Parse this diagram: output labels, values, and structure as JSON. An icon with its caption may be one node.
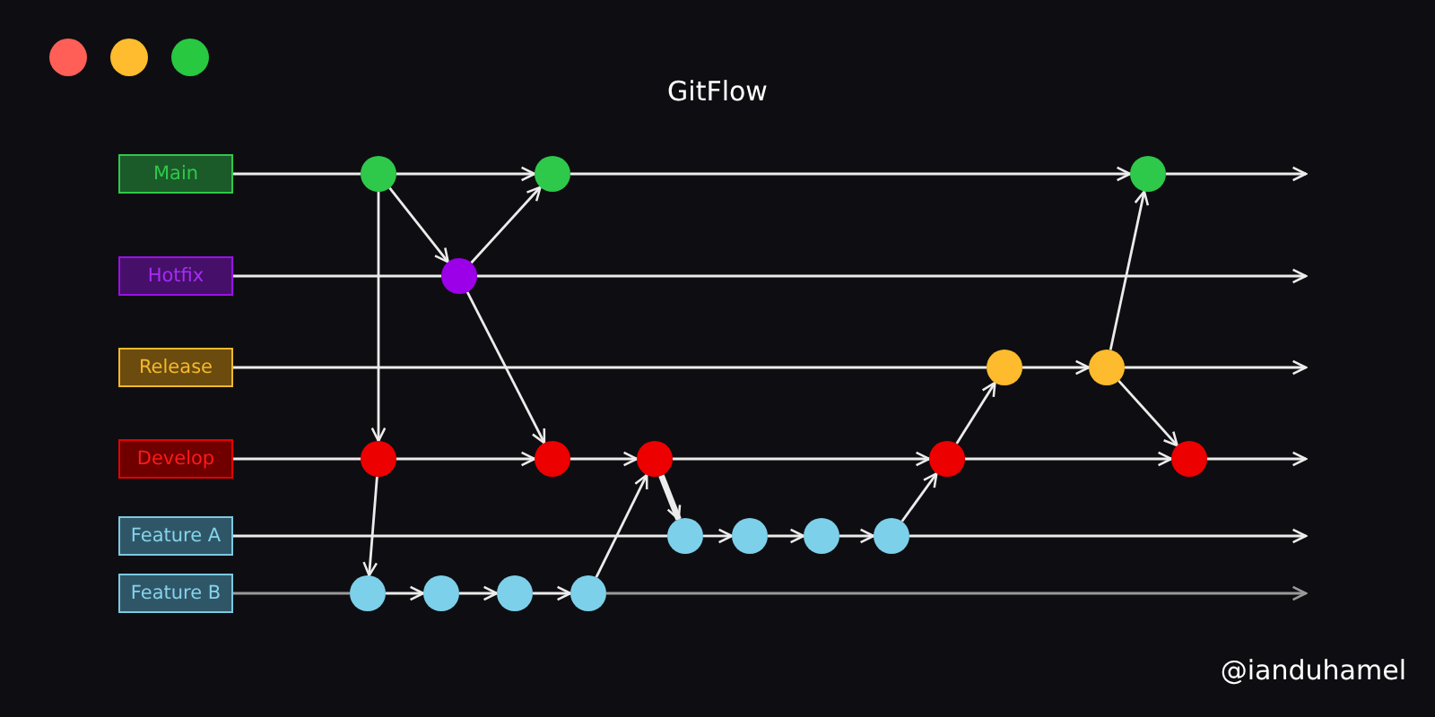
{
  "diagram": {
    "title": "GitFlow",
    "nodes": [
      {
        "text": [
          "Main"
        ]
      },
      {
        "text": [
          "Hotfix"
        ]
      },
      {
        "text": [
          "Release"
        ]
      },
      {
        "text": [
          "Develop"
        ]
      },
      {
        "text": [
          "Feature A"
        ]
      },
      {
        "text": [
          "Feature B"
        ]
      },
      {
        "text": [],
        "shape": "circle"
      },
      {
        "text": [],
        "shape": "circle"
      },
      {
        "text": [],
        "shape": "circle"
      },
      {
        "text": [],
        "shape": "circle"
      },
      {
        "text": [],
        "shape": "circle"
      },
      {
        "text": [],
        "shape": "circle"
      },
      {
        "text": [],
        "shape": "circle"
      },
      {
        "text": [],
        "shape": "circle"
      },
      {
        "text": [],
        "shape": "circle"
      },
      {
        "text": [],
        "shape": "circle"
      },
      {
        "text": [],
        "shape": "circle"
      },
      {
        "text": [],
        "shape": "circle"
      },
      {
        "text": [],
        "shape": "circle"
      },
      {
        "text": [],
        "shape": "circle"
      },
      {
        "text": [],
        "shape": "circle"
      },
      {
        "text": [],
        "shape": "circle"
      },
      {
        "text": [],
        "shape": "circle"
      },
      {
        "text": [],
        "shape": "circle"
      },
      {
        "text": [],
        "shape": "circle"
      }
    ],
    "edges": [
      {
        "from": 0,
        "to": 6,
        "arrow": "none"
      },
      {
        "from": 6,
        "to": 7,
        "arrow": "to"
      },
      {
        "from": 7,
        "to": 8,
        "arrow": "to"
      },
      {
        "from": 8,
        "to": null,
        "arrow": "to"
      },
      {
        "from": 1,
        "to": 9,
        "arrow": "none"
      },
      {
        "from": 9,
        "to": null,
        "arrow": "to"
      },
      {
        "from": 2,
        "to": 10,
        "arrow": "none"
      },
      {
        "from": 10,
        "to": 11,
        "arrow": "to"
      },
      {
        "from": 11,
        "to": null,
        "arrow": "to"
      },
      {
        "from": 3,
        "to": 12,
        "arrow": "none"
      },
      {
        "from": 12,
        "to": 13,
        "arrow": "to"
      },
      {
        "from": 13,
        "to": 14,
        "arrow": "to"
      },
      {
        "from": 14,
        "to": 15,
        "arrow": "to"
      },
      {
        "from": 15,
        "to": 16,
        "arrow": "to"
      },
      {
        "from": 16,
        "to": null,
        "arrow": "to"
      },
      {
        "from": 4,
        "to": 17,
        "arrow": "none"
      },
      {
        "from": 17,
        "to": 18,
        "arrow": "to"
      },
      {
        "from": 18,
        "to": 19,
        "arrow": "to"
      },
      {
        "from": 19,
        "to": 20,
        "arrow": "to"
      },
      {
        "from": 20,
        "to": null,
        "arrow": "to"
      },
      {
        "from": 5,
        "to": 21,
        "arrow": "none",
        "color": "#9a9a9a"
      },
      {
        "from": 21,
        "to": 22,
        "arrow": "to"
      },
      {
        "from": 22,
        "to": 23,
        "arrow": "to"
      },
      {
        "from": 23,
        "to": 24,
        "arrow": "to"
      },
      {
        "from": 24,
        "to": null,
        "arrow": "to",
        "color": "#9a9a9a"
      },
      {
        "from": 6,
        "to": 9,
        "arrow": "to"
      },
      {
        "from": 9,
        "to": 7,
        "arrow": "to"
      },
      {
        "from": 6,
        "to": 12,
        "arrow": "to"
      },
      {
        "from": 9,
        "to": 13,
        "arrow": "to"
      },
      {
        "from": 12,
        "to": 21,
        "arrow": "to"
      },
      {
        "from": 24,
        "to": 14,
        "arrow": "to"
      },
      {
        "from": 14,
        "to": 17,
        "arrow": "to",
        "style": "thick"
      },
      {
        "from": 20,
        "to": 15,
        "arrow": "to"
      },
      {
        "from": 15,
        "to": 10,
        "arrow": "to"
      },
      {
        "from": 11,
        "to": 8,
        "arrow": "to"
      },
      {
        "from": 11,
        "to": 16,
        "arrow": "to"
      }
    ],
    "labels": [
      "@ianduhamel"
    ]
  }
}
